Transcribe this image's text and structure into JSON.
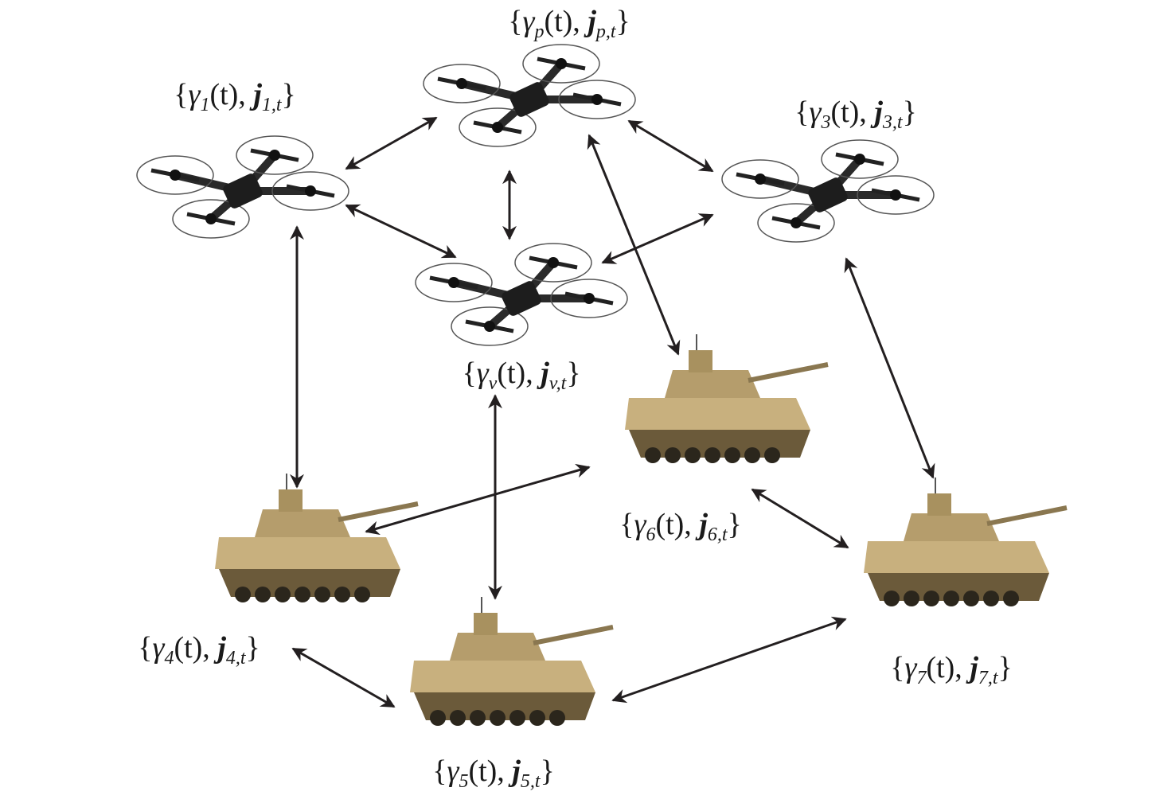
{
  "figure": {
    "nodes": [
      {
        "id": "1",
        "kind": "drone",
        "label": {
          "open": "{",
          "gamma": "γ",
          "gsub": "1",
          "mid": "(t), ",
          "j": "j",
          "jsub": "1,t",
          "close": "}"
        }
      },
      {
        "id": "p",
        "kind": "drone",
        "label": {
          "open": "{",
          "gamma": "γ",
          "gsub": "p",
          "mid": "(t), ",
          "j": "j",
          "jsub": "p,t",
          "close": "}"
        }
      },
      {
        "id": "3",
        "kind": "drone",
        "label": {
          "open": "{",
          "gamma": "γ",
          "gsub": "3",
          "mid": "(t), ",
          "j": "j",
          "jsub": "3,t",
          "close": "}"
        }
      },
      {
        "id": "v",
        "kind": "drone",
        "label": {
          "open": "{",
          "gamma": "γ",
          "gsub": "v",
          "mid": "(t), ",
          "j": "j",
          "jsub": "v,t",
          "close": "}"
        }
      },
      {
        "id": "4",
        "kind": "tank",
        "label": {
          "open": "{",
          "gamma": "γ",
          "gsub": "4",
          "mid": "(t), ",
          "j": "j",
          "jsub": "4,t",
          "close": "}"
        }
      },
      {
        "id": "5",
        "kind": "tank",
        "label": {
          "open": "{",
          "gamma": "γ",
          "gsub": "5",
          "mid": "(t), ",
          "j": "j",
          "jsub": "5,t",
          "close": "}"
        }
      },
      {
        "id": "6",
        "kind": "tank",
        "label": {
          "open": "{",
          "gamma": "γ",
          "gsub": "6",
          "mid": "(t), ",
          "j": "j",
          "jsub": "6,t",
          "close": "}"
        }
      },
      {
        "id": "7",
        "kind": "tank",
        "label": {
          "open": "{",
          "gamma": "γ",
          "gsub": "7",
          "mid": "(t), ",
          "j": "j",
          "jsub": "7,t",
          "close": "}"
        }
      }
    ],
    "links": [
      [
        "1",
        "p"
      ],
      [
        "1",
        "v"
      ],
      [
        "p",
        "v"
      ],
      [
        "p",
        "3"
      ],
      [
        "p",
        "6"
      ],
      [
        "3",
        "v"
      ],
      [
        "3",
        "7"
      ],
      [
        "1",
        "4"
      ],
      [
        "v",
        "5"
      ],
      [
        "6",
        "4"
      ],
      [
        "6",
        "7"
      ],
      [
        "4",
        "5"
      ],
      [
        "7",
        "5"
      ]
    ],
    "colors": {
      "arrow": "#231f20",
      "tank": "#c8b07e",
      "tank_dark": "#6b5a3a",
      "drone": "#2a2a2a"
    }
  }
}
